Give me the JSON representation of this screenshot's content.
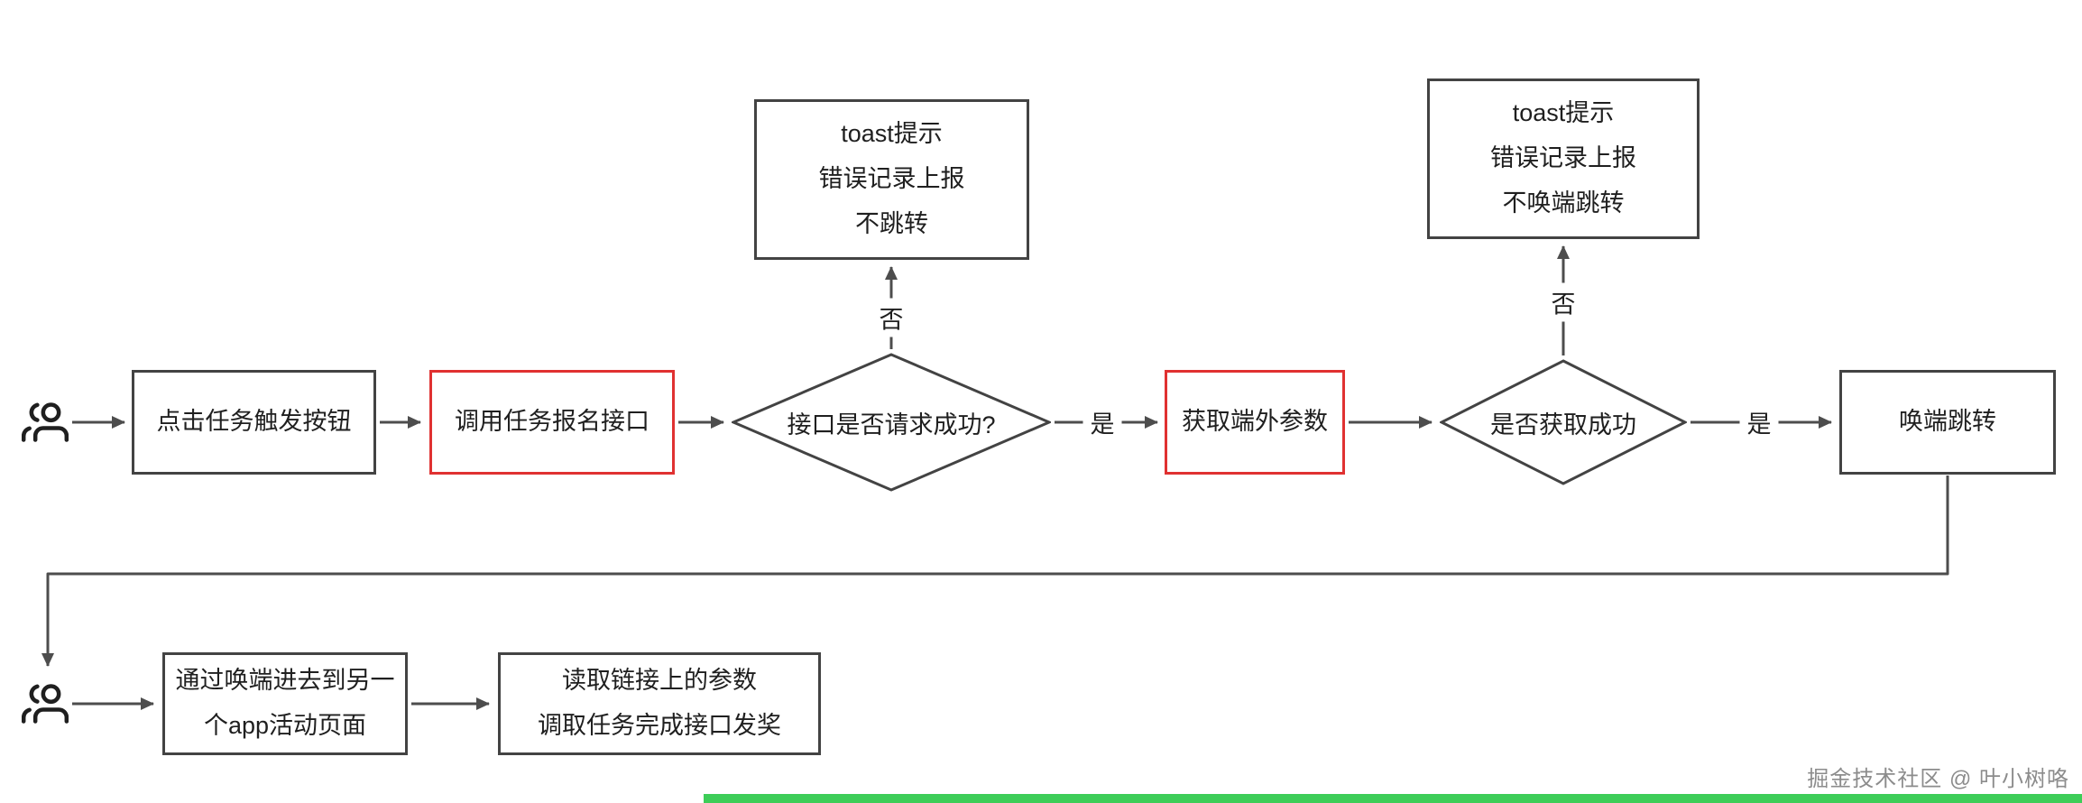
{
  "colors": {
    "border-dark": "#434343",
    "accent-red": "#e03131",
    "arrow": "#4d4d4d",
    "text-dark": "#1f1f1f",
    "watermark-gray": "#8c8c8c",
    "brand-green": "#3dcd58"
  },
  "flow": {
    "actor_icon": "user-group-icon",
    "step1": "点击任务触发按钮",
    "step2": "调用任务报名接口",
    "decision1": "接口是否请求成功?",
    "toast1": "toast提示\n错误记录上报\n不跳转",
    "no1": "否",
    "yes1": "是",
    "step3": "获取端外参数",
    "decision2": "是否获取成功",
    "toast2": "toast提示\n错误记录上报\n不唤端跳转",
    "no2": "否",
    "yes2": "是",
    "step4": "唤端跳转",
    "step5": "通过唤端进去到另一\n个app活动页面",
    "step6": "读取链接上的参数\n调取任务完成接口发奖"
  },
  "watermark": "掘金技术社区 @ 叶小树咯"
}
